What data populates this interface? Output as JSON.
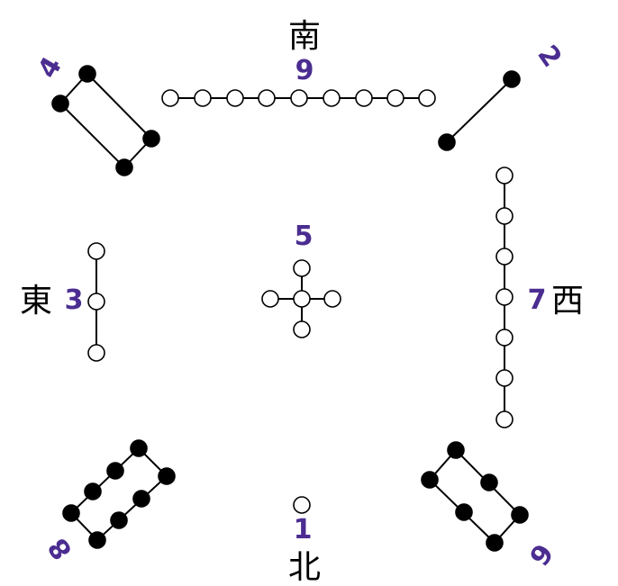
{
  "directions": {
    "south": "南",
    "north": "北",
    "east": "東",
    "west": "西"
  },
  "numbers": {
    "n1": "1",
    "n2": "2",
    "n3": "3",
    "n4": "4",
    "n5": "5",
    "n6": "6",
    "n7": "7",
    "n8": "8",
    "n9": "9"
  },
  "colors": {
    "number": "#4b2d91",
    "line": "#000000",
    "yang_dot": "#ffffff",
    "yin_dot": "#000000"
  }
}
